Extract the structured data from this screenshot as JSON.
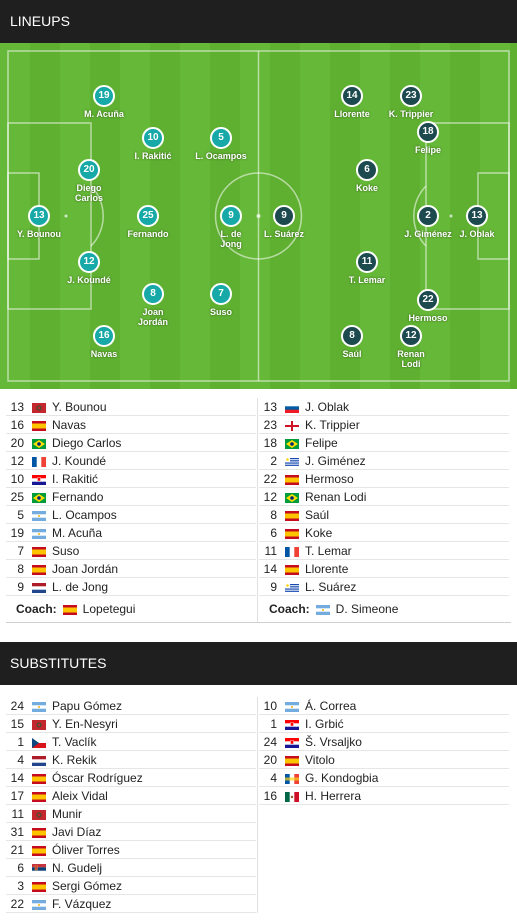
{
  "sections": {
    "lineups": "LINEUPS",
    "substitutes": "SUBSTITUTES"
  },
  "colors": {
    "home_bubble": "#17a8a8",
    "away_bubble": "#1c4a4f",
    "pitch": "#66b838"
  },
  "pitch": {
    "home": [
      {
        "num": "13",
        "name": "Y. Bounou"
      },
      {
        "num": "20",
        "name": "Diego\nCarlos"
      },
      {
        "num": "12",
        "name": "J. Koundé"
      },
      {
        "num": "19",
        "name": "M. Acuña"
      },
      {
        "num": "16",
        "name": "Navas"
      },
      {
        "num": "25",
        "name": "Fernando"
      },
      {
        "num": "10",
        "name": "I. Rakitić"
      },
      {
        "num": "8",
        "name": "Joan\nJordán"
      },
      {
        "num": "9",
        "name": "L. de\nJong"
      },
      {
        "num": "5",
        "name": "L. Ocampos"
      },
      {
        "num": "7",
        "name": "Suso"
      }
    ],
    "away": [
      {
        "num": "13",
        "name": "J. Oblak"
      },
      {
        "num": "2",
        "name": "J. Giménez"
      },
      {
        "num": "18",
        "name": "Felipe"
      },
      {
        "num": "23",
        "name": "K. Trippier"
      },
      {
        "num": "22",
        "name": "Hermoso"
      },
      {
        "num": "6",
        "name": "Koke"
      },
      {
        "num": "11",
        "name": "T. Lemar"
      },
      {
        "num": "14",
        "name": "Llorente"
      },
      {
        "num": "8",
        "name": "Saúl"
      },
      {
        "num": "12",
        "name": "Renan\nLodi"
      },
      {
        "num": "9",
        "name": "L. Suárez"
      }
    ]
  },
  "lineup_home": [
    {
      "num": "13",
      "flag": "morocco",
      "name": "Y. Bounou"
    },
    {
      "num": "16",
      "flag": "spain",
      "name": "Navas"
    },
    {
      "num": "20",
      "flag": "brazil",
      "name": "Diego Carlos"
    },
    {
      "num": "12",
      "flag": "france",
      "name": "J. Koundé"
    },
    {
      "num": "10",
      "flag": "croatia",
      "name": "I. Rakitić"
    },
    {
      "num": "25",
      "flag": "brazil",
      "name": "Fernando"
    },
    {
      "num": "5",
      "flag": "argentina",
      "name": "L. Ocampos"
    },
    {
      "num": "19",
      "flag": "argentina",
      "name": "M. Acuña"
    },
    {
      "num": "7",
      "flag": "spain",
      "name": "Suso"
    },
    {
      "num": "8",
      "flag": "spain",
      "name": "Joan Jordán"
    },
    {
      "num": "9",
      "flag": "netherlands",
      "name": "L. de Jong"
    }
  ],
  "lineup_away": [
    {
      "num": "13",
      "flag": "slovenia",
      "name": "J. Oblak"
    },
    {
      "num": "23",
      "flag": "england",
      "name": "K. Trippier"
    },
    {
      "num": "18",
      "flag": "brazil",
      "name": "Felipe"
    },
    {
      "num": "2",
      "flag": "uruguay",
      "name": "J. Giménez"
    },
    {
      "num": "22",
      "flag": "spain",
      "name": "Hermoso"
    },
    {
      "num": "12",
      "flag": "brazil",
      "name": "Renan Lodi"
    },
    {
      "num": "8",
      "flag": "spain",
      "name": "Saúl"
    },
    {
      "num": "6",
      "flag": "spain",
      "name": "Koke"
    },
    {
      "num": "11",
      "flag": "france",
      "name": "T. Lemar"
    },
    {
      "num": "14",
      "flag": "spain",
      "name": "Llorente"
    },
    {
      "num": "9",
      "flag": "uruguay",
      "name": "L. Suárez"
    }
  ],
  "coach_home": {
    "label": "Coach:",
    "flag": "spain",
    "name": "Lopetegui"
  },
  "coach_away": {
    "label": "Coach:",
    "flag": "argentina",
    "name": "D. Simeone"
  },
  "subs_home": [
    {
      "num": "24",
      "flag": "argentina",
      "name": "Papu Gómez"
    },
    {
      "num": "15",
      "flag": "morocco",
      "name": "Y. En-Nesyri"
    },
    {
      "num": "1",
      "flag": "czech",
      "name": "T. Vaclík"
    },
    {
      "num": "4",
      "flag": "netherlands",
      "name": "K. Rekik"
    },
    {
      "num": "14",
      "flag": "spain",
      "name": "Óscar Rodríguez"
    },
    {
      "num": "17",
      "flag": "spain",
      "name": "Aleix Vidal"
    },
    {
      "num": "11",
      "flag": "morocco",
      "name": "Munir"
    },
    {
      "num": "31",
      "flag": "spain",
      "name": "Javi Díaz"
    },
    {
      "num": "21",
      "flag": "spain",
      "name": "Óliver Torres"
    },
    {
      "num": "6",
      "flag": "serbia",
      "name": "N. Gudelj"
    },
    {
      "num": "3",
      "flag": "spain",
      "name": "Sergi Gómez"
    },
    {
      "num": "22",
      "flag": "argentina",
      "name": "F. Vázquez"
    }
  ],
  "subs_away": [
    {
      "num": "10",
      "flag": "argentina",
      "name": "Á. Correa"
    },
    {
      "num": "1",
      "flag": "croatia",
      "name": "I. Grbić"
    },
    {
      "num": "24",
      "flag": "croatia",
      "name": "Š. Vrsaljko"
    },
    {
      "num": "20",
      "flag": "spain",
      "name": "Vitolo"
    },
    {
      "num": "4",
      "flag": "france_guinea",
      "name": "G. Kondogbia"
    },
    {
      "num": "16",
      "flag": "mexico",
      "name": "H. Herrera"
    }
  ]
}
